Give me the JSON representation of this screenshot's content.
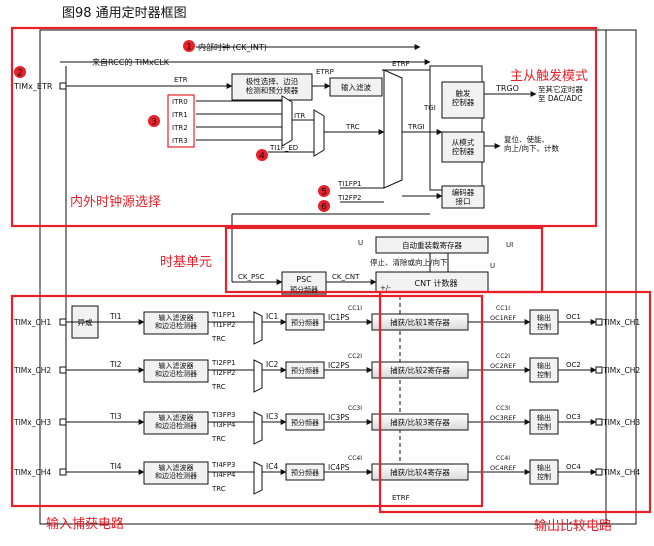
{
  "figure": {
    "caption": "图98    通用定时器框图"
  },
  "regions": {
    "clock_select": "内外时钟源选择",
    "master_slave": "主从触发模式",
    "timebase": "时基单元",
    "input_capture": "输入捕获电路",
    "output_compare": "输出比较电路"
  },
  "markers": [
    "1",
    "2",
    "3",
    "4",
    "5",
    "6"
  ],
  "signals": {
    "ck_int": "内部时钟 (CK_INT)",
    "from_rcc": "来自RCC的 TIMxCLK",
    "timx_etr": "TIMx_ETR",
    "etr": "ETR",
    "etrp": "ETRP",
    "etrf": "ETRF",
    "itr": [
      "ITR0",
      "ITR1",
      "ITR2",
      "ITR3"
    ],
    "itr_out": "ITR",
    "trc": "TRC",
    "tgi": "TGI",
    "trgi": "TRGI",
    "ti1f_ed": "TI1F_ED",
    "ti1fp1": "TI1FP1",
    "ti2fp2": "TI2FP2",
    "trgo": "TRGO",
    "trgo_desc": "至其它定时器\n至 DAC/ADC",
    "reset_desc": "复位、使能、\n向上/向下、计数",
    "ck_psc": "CK_PSC",
    "ck_cnt": "CK_CNT",
    "u": "U",
    "ui": "UI",
    "up_down": "+/-",
    "stop_desc": "停止、清除或向上/向下",
    "xor": "异或",
    "etrf_bottom": "ETRF"
  },
  "blocks": {
    "polarity": "极性选择、边沿\n检测和预分频器",
    "in_filter": "输入滤波",
    "trigger_ctrl": "触发\n控制器",
    "slave_ctrl": "从模式\n控制器",
    "encoder": "编码器\n接口",
    "autoreload": "自动重装载寄存器",
    "psc": "PSC",
    "psc_sub": "预分频器",
    "cnt": "CNT 计数器"
  },
  "channels": [
    {
      "pin": "TIMx_CH1",
      "ti": "TI1",
      "filter": "输入滤波器\n和边沿检测器",
      "fp_a": "TI1FP1",
      "fp_b": "TI1FP2",
      "ic": "IC1",
      "prescaler": "预分频器",
      "icps": "IC1PS",
      "cci": "CC1I",
      "reg": "捕获/比较1寄存器",
      "ccintr": "CC1I",
      "ocref": "OC1REF",
      "out_ctrl": "输出\n控制",
      "oc": "OC1",
      "out_pin": "TIMx_CH1"
    },
    {
      "pin": "TIMx_CH2",
      "ti": "TI2",
      "filter": "输入滤波器\n和边沿检测器",
      "fp_a": "TI2FP1",
      "fp_b": "TI2FP2",
      "ic": "IC2",
      "prescaler": "预分频器",
      "icps": "IC2PS",
      "cci": "CC2I",
      "reg": "捕获/比较2寄存器",
      "ccintr": "CC2I",
      "ocref": "OC2REF",
      "out_ctrl": "输出\n控制",
      "oc": "OC2",
      "out_pin": "TIMx_CH2"
    },
    {
      "pin": "TIMx_CH3",
      "ti": "TI3",
      "filter": "输入滤波器\n和边沿检测器",
      "fp_a": "TI3FP3",
      "fp_b": "TI3FP4",
      "ic": "IC3",
      "prescaler": "预分频器",
      "icps": "IC3PS",
      "cci": "CC3I",
      "reg": "捕获/比较3寄存器",
      "ccintr": "CC3I",
      "ocref": "OC3REF",
      "out_ctrl": "输出\n控制",
      "oc": "OC3",
      "out_pin": "TIMx_CH3"
    },
    {
      "pin": "TIMx_CH4",
      "ti": "TI4",
      "filter": "输入滤波器\n和边沿检测器",
      "fp_a": "TI4FP3",
      "fp_b": "TI4FP4",
      "ic": "IC4",
      "prescaler": "预分频器",
      "icps": "IC4PS",
      "cci": "CC4I",
      "reg": "捕获/比较4寄存器",
      "ccintr": "CC4I",
      "ocref": "OC4REF",
      "out_ctrl": "输出\n控制",
      "oc": "OC4",
      "out_pin": "TIMx_CH4"
    }
  ],
  "trc_label": "TRC",
  "colors": {
    "region": "#e8202a",
    "marker": "#e8202a",
    "line": "#111111",
    "block_fill": "#f2f2f2"
  }
}
